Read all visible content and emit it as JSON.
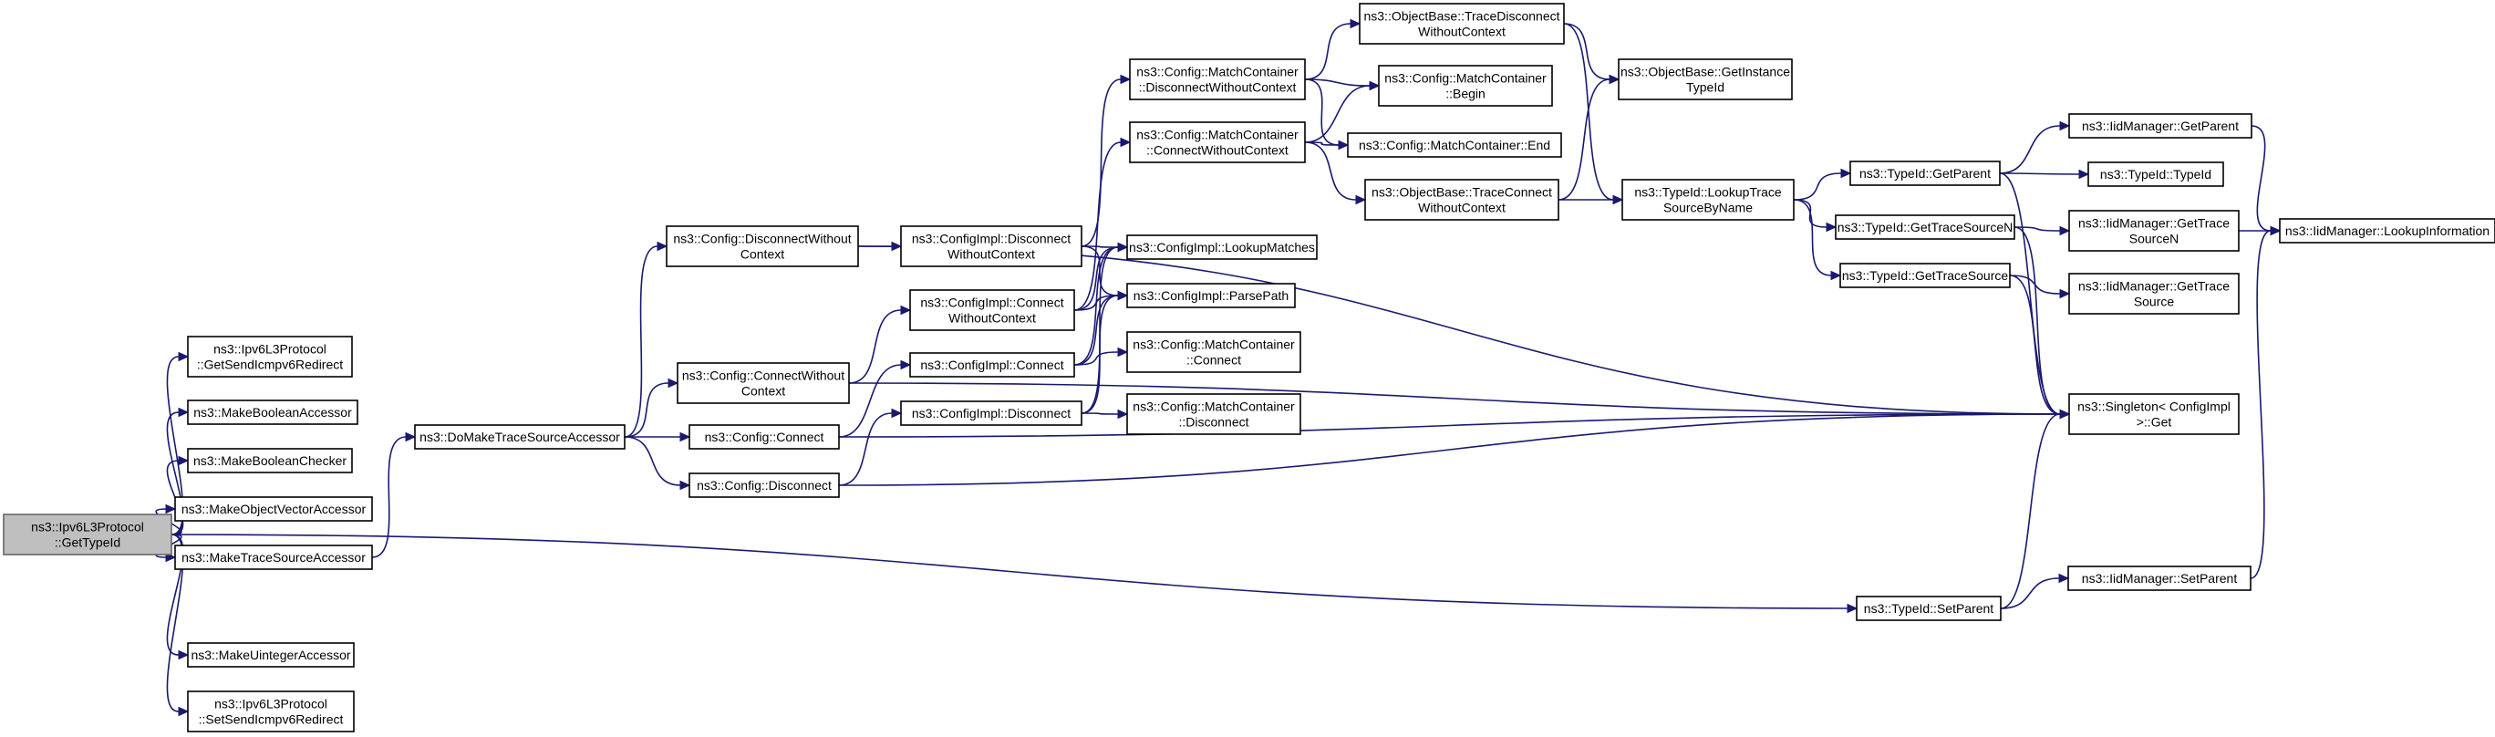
{
  "graph": {
    "edge_color": "#191970",
    "root_fill": "#bfbfbf",
    "nodes": [
      {
        "id": "root",
        "lines": [
          "ns3::Ipv6L3Protocol",
          "::GetTypeId"
        ],
        "root": true
      },
      {
        "id": "getsend",
        "lines": [
          "ns3::Ipv6L3Protocol",
          "::GetSendIcmpv6Redirect"
        ]
      },
      {
        "id": "mkboolacc",
        "lines": [
          "ns3::MakeBooleanAccessor"
        ]
      },
      {
        "id": "mkboolchk",
        "lines": [
          "ns3::MakeBooleanChecker"
        ]
      },
      {
        "id": "mkobjvec",
        "lines": [
          "ns3::MakeObjectVectorAccessor"
        ]
      },
      {
        "id": "mktrace",
        "lines": [
          "ns3::MakeTraceSourceAccessor"
        ]
      },
      {
        "id": "mkuint",
        "lines": [
          "ns3::MakeUintegerAccessor"
        ]
      },
      {
        "id": "setsend",
        "lines": [
          "ns3::Ipv6L3Protocol",
          "::SetSendIcmpv6Redirect"
        ]
      },
      {
        "id": "domake",
        "lines": [
          "ns3::DoMakeTraceSourceAccessor"
        ]
      },
      {
        "id": "cfgdiscwc",
        "lines": [
          "ns3::Config::DisconnectWithout",
          "Context"
        ]
      },
      {
        "id": "cfgconnwc",
        "lines": [
          "ns3::Config::ConnectWithout",
          "Context"
        ]
      },
      {
        "id": "cfgconn",
        "lines": [
          "ns3::Config::Connect"
        ]
      },
      {
        "id": "cfgdisc",
        "lines": [
          "ns3::Config::Disconnect"
        ]
      },
      {
        "id": "implDiscWC",
        "lines": [
          "ns3::ConfigImpl::Disconnect",
          "WithoutContext"
        ]
      },
      {
        "id": "implConnWC",
        "lines": [
          "ns3::ConfigImpl::Connect",
          "WithoutContext"
        ]
      },
      {
        "id": "implConn",
        "lines": [
          "ns3::ConfigImpl::Connect"
        ]
      },
      {
        "id": "implDisc",
        "lines": [
          "ns3::ConfigImpl::Disconnect"
        ]
      },
      {
        "id": "mcDiscWC",
        "lines": [
          "ns3::Config::MatchContainer",
          "::DisconnectWithoutContext"
        ]
      },
      {
        "id": "mcConnWC",
        "lines": [
          "ns3::Config::MatchContainer",
          "::ConnectWithoutContext"
        ]
      },
      {
        "id": "lookupMatches",
        "lines": [
          "ns3::ConfigImpl::LookupMatches"
        ]
      },
      {
        "id": "parsePath",
        "lines": [
          "ns3::ConfigImpl::ParsePath"
        ]
      },
      {
        "id": "mcConnect",
        "lines": [
          "ns3::Config::MatchContainer",
          "::Connect"
        ]
      },
      {
        "id": "mcDisconnect",
        "lines": [
          "ns3::Config::MatchContainer",
          "::Disconnect"
        ]
      },
      {
        "id": "obTraceDiscWC",
        "lines": [
          "ns3::ObjectBase::TraceDisconnect",
          "WithoutContext"
        ]
      },
      {
        "id": "mcBegin",
        "lines": [
          "ns3::Config::MatchContainer",
          "::Begin"
        ]
      },
      {
        "id": "mcEnd",
        "lines": [
          "ns3::Config::MatchContainer::End"
        ]
      },
      {
        "id": "obTraceConnWC",
        "lines": [
          "ns3::ObjectBase::TraceConnect",
          "WithoutContext"
        ]
      },
      {
        "id": "obGetInst",
        "lines": [
          "ns3::ObjectBase::GetInstance",
          "TypeId"
        ]
      },
      {
        "id": "lookupTrace",
        "lines": [
          "ns3::TypeId::LookupTrace",
          "SourceByName"
        ]
      },
      {
        "id": "tidGetParent",
        "lines": [
          "ns3::TypeId::GetParent"
        ]
      },
      {
        "id": "tidGetTSN",
        "lines": [
          "ns3::TypeId::GetTraceSourceN"
        ]
      },
      {
        "id": "tidGetTS",
        "lines": [
          "ns3::TypeId::GetTraceSource"
        ]
      },
      {
        "id": "tidSetParent",
        "lines": [
          "ns3::TypeId::SetParent"
        ]
      },
      {
        "id": "singleton",
        "lines": [
          "ns3::Singleton< ConfigImpl",
          " >::Get"
        ]
      },
      {
        "id": "imGetParent",
        "lines": [
          "ns3::IidManager::GetParent"
        ]
      },
      {
        "id": "tidTypeId",
        "lines": [
          "ns3::TypeId::TypeId"
        ]
      },
      {
        "id": "imGetTSN",
        "lines": [
          "ns3::IidManager::GetTrace",
          "SourceN"
        ]
      },
      {
        "id": "imGetTS",
        "lines": [
          "ns3::IidManager::GetTrace",
          "Source"
        ]
      },
      {
        "id": "imSetParent",
        "lines": [
          "ns3::IidManager::SetParent"
        ]
      },
      {
        "id": "imLookupInfo",
        "lines": [
          "ns3::IidManager::LookupInformation"
        ]
      }
    ],
    "edges": [
      [
        "root",
        "getsend"
      ],
      [
        "root",
        "mkboolacc"
      ],
      [
        "root",
        "mkboolchk"
      ],
      [
        "root",
        "mkobjvec"
      ],
      [
        "root",
        "mktrace"
      ],
      [
        "root",
        "mkuint"
      ],
      [
        "root",
        "setsend"
      ],
      [
        "root",
        "tidSetParent"
      ],
      [
        "mktrace",
        "domake"
      ],
      [
        "domake",
        "cfgdiscwc"
      ],
      [
        "domake",
        "cfgconnwc"
      ],
      [
        "domake",
        "cfgconn"
      ],
      [
        "domake",
        "cfgdisc"
      ],
      [
        "cfgdiscwc",
        "implDiscWC"
      ],
      [
        "cfgdiscwc",
        "singleton"
      ],
      [
        "cfgconnwc",
        "implConnWC"
      ],
      [
        "cfgconnwc",
        "singleton"
      ],
      [
        "cfgconn",
        "implConn"
      ],
      [
        "cfgconn",
        "singleton"
      ],
      [
        "cfgdisc",
        "implDisc"
      ],
      [
        "cfgdisc",
        "singleton"
      ],
      [
        "implDiscWC",
        "mcDiscWC"
      ],
      [
        "implDiscWC",
        "lookupMatches"
      ],
      [
        "implDiscWC",
        "parsePath"
      ],
      [
        "implConnWC",
        "mcConnWC"
      ],
      [
        "implConnWC",
        "lookupMatches"
      ],
      [
        "implConnWC",
        "parsePath"
      ],
      [
        "implConn",
        "mcConnect"
      ],
      [
        "implConn",
        "lookupMatches"
      ],
      [
        "implConn",
        "parsePath"
      ],
      [
        "implDisc",
        "mcDisconnect"
      ],
      [
        "implDisc",
        "lookupMatches"
      ],
      [
        "implDisc",
        "parsePath"
      ],
      [
        "mcDiscWC",
        "obTraceDiscWC"
      ],
      [
        "mcDiscWC",
        "mcBegin"
      ],
      [
        "mcDiscWC",
        "mcEnd"
      ],
      [
        "mcConnWC",
        "mcBegin"
      ],
      [
        "mcConnWC",
        "mcEnd"
      ],
      [
        "mcConnWC",
        "obTraceConnWC"
      ],
      [
        "obTraceDiscWC",
        "obGetInst"
      ],
      [
        "obTraceDiscWC",
        "lookupTrace"
      ],
      [
        "obTraceConnWC",
        "obGetInst"
      ],
      [
        "obTraceConnWC",
        "lookupTrace"
      ],
      [
        "lookupTrace",
        "tidGetParent"
      ],
      [
        "lookupTrace",
        "tidGetTSN"
      ],
      [
        "lookupTrace",
        "tidGetTS"
      ],
      [
        "tidGetParent",
        "imGetParent"
      ],
      [
        "tidGetParent",
        "tidTypeId"
      ],
      [
        "tidGetParent",
        "singleton"
      ],
      [
        "tidGetTSN",
        "imGetTSN"
      ],
      [
        "tidGetTSN",
        "singleton"
      ],
      [
        "tidGetTS",
        "imGetTS"
      ],
      [
        "tidGetTS",
        "singleton"
      ],
      [
        "tidSetParent",
        "imSetParent"
      ],
      [
        "tidSetParent",
        "singleton"
      ],
      [
        "imGetParent",
        "imLookupInfo"
      ],
      [
        "imGetTSN",
        "imLookupInfo"
      ],
      [
        "imSetParent",
        "imLookupInfo"
      ]
    ]
  }
}
